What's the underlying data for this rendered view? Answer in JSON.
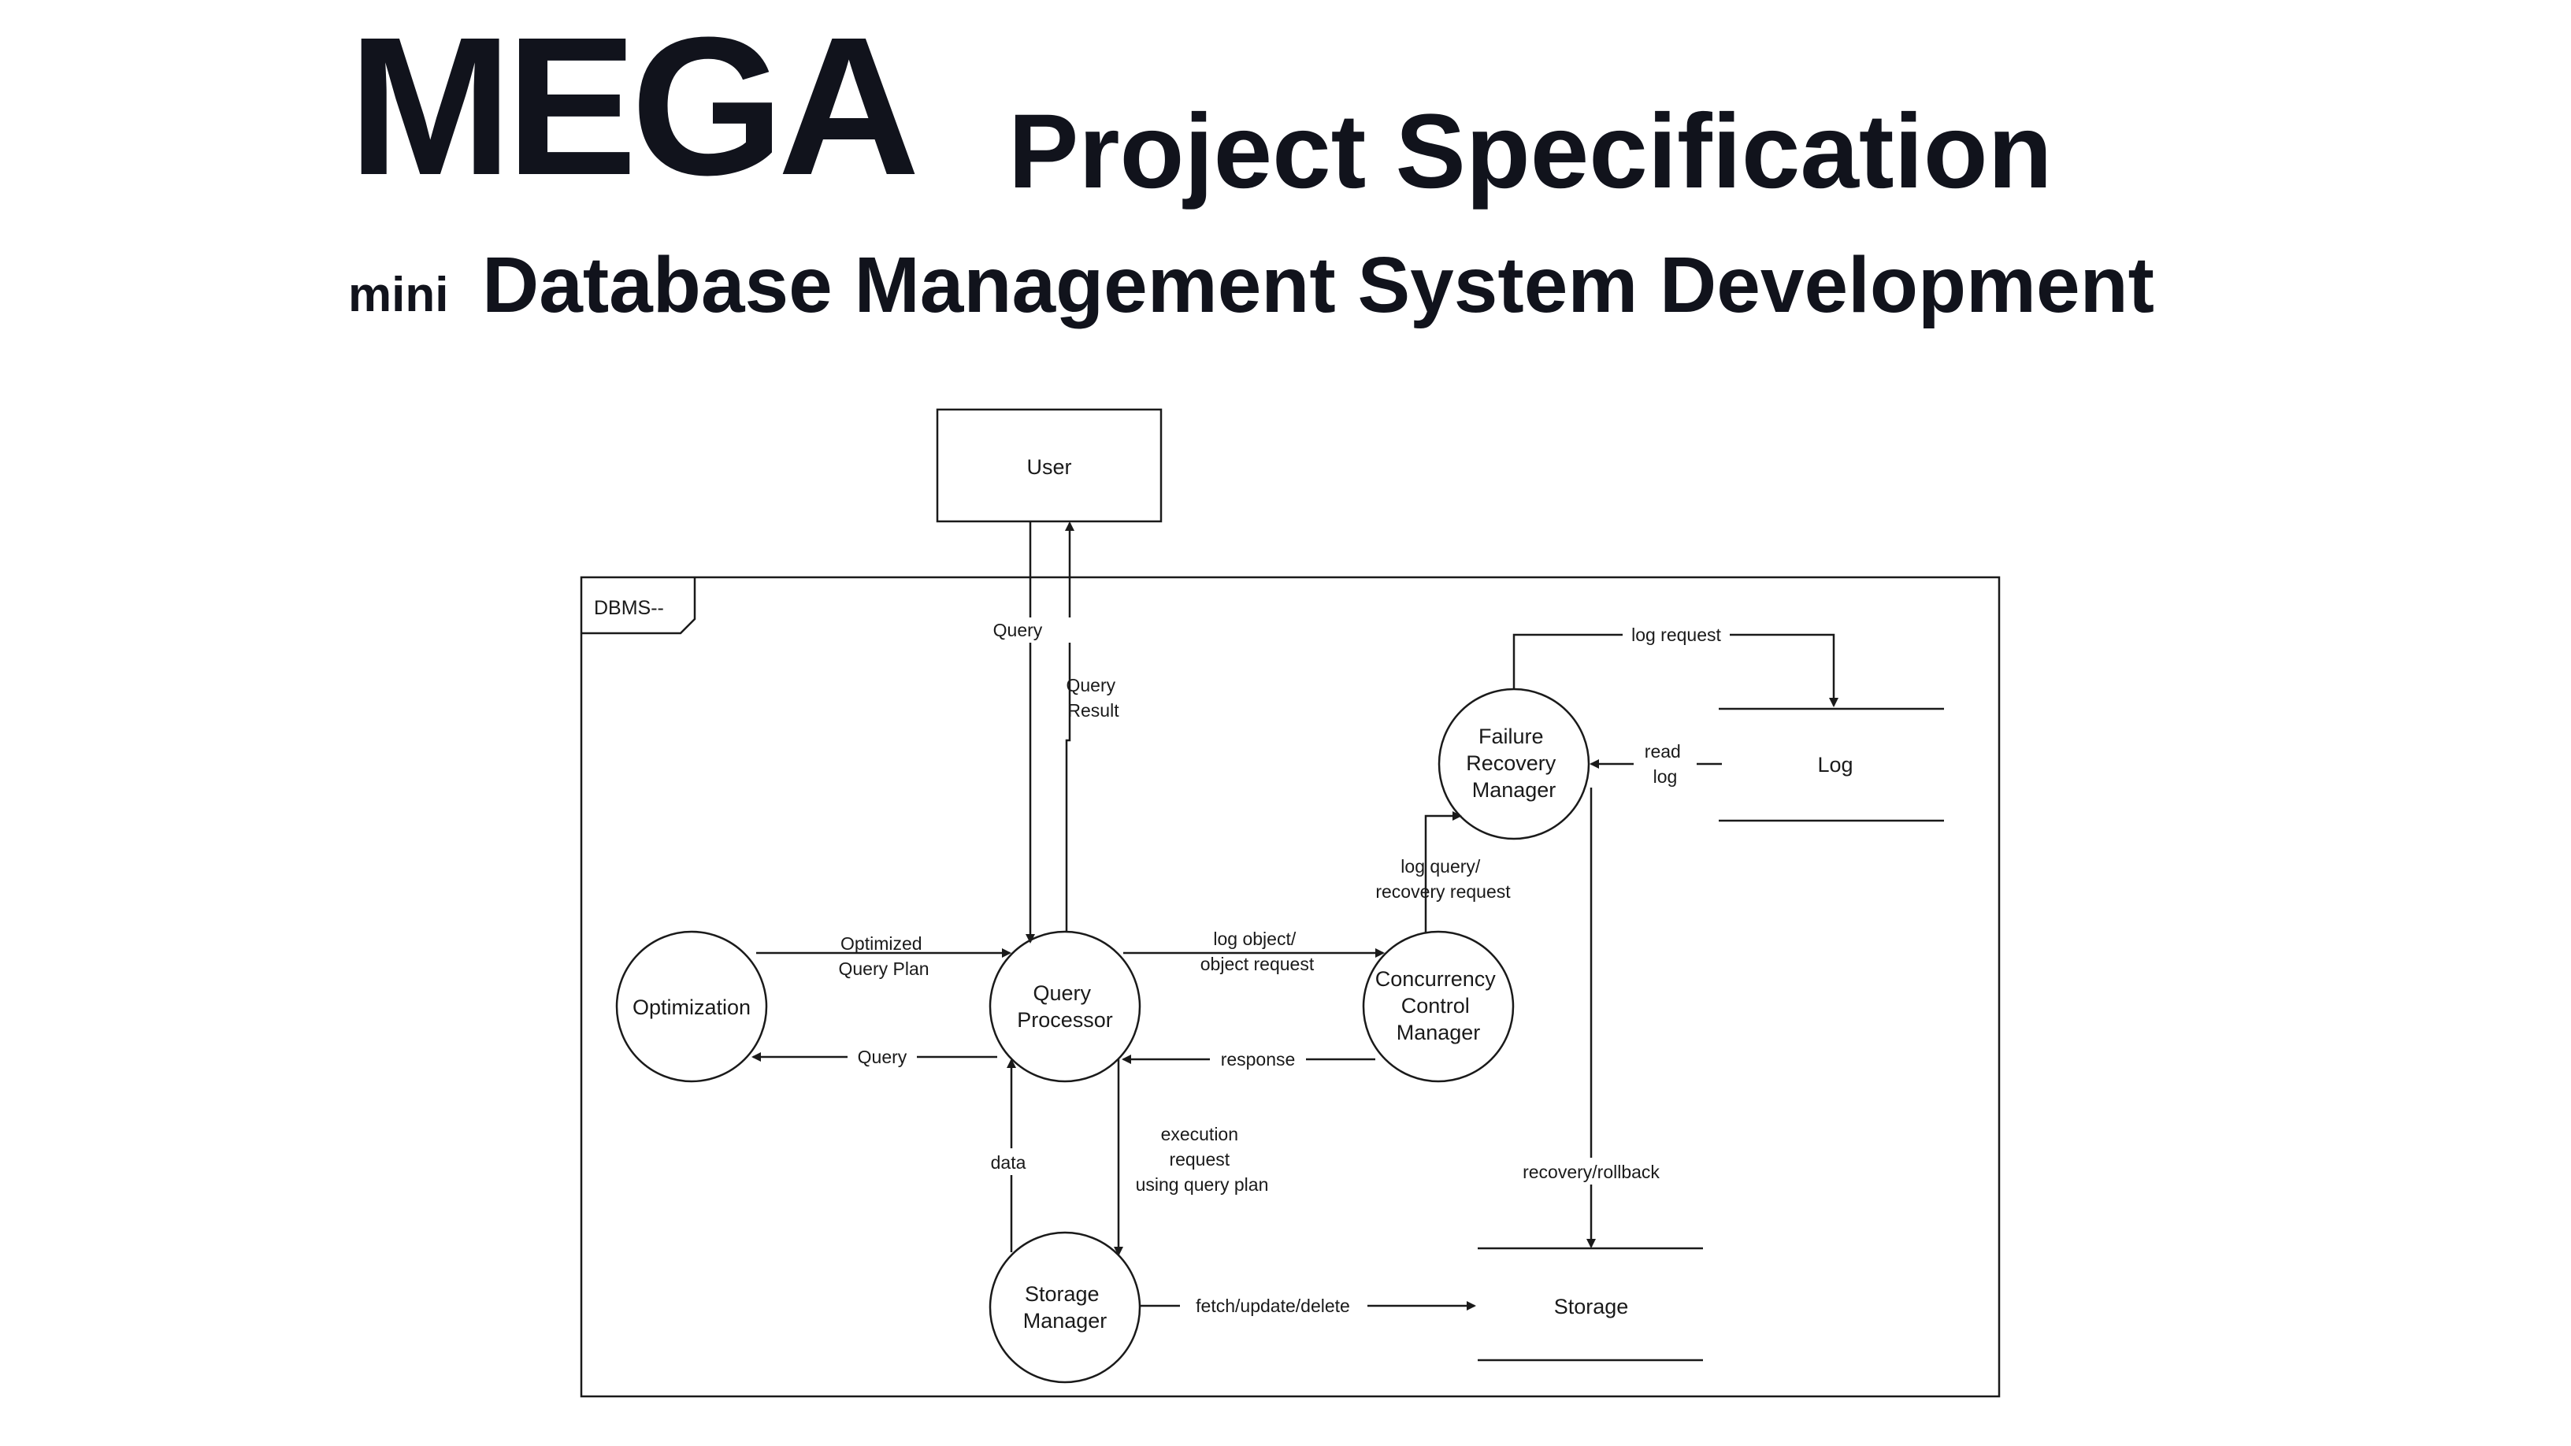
{
  "title": {
    "mega": "MEGA",
    "spec": "Project Specification",
    "mini": "mini",
    "subtitle": "Database Management System Development"
  },
  "diagram": {
    "frame_label": "DBMS--",
    "nodes": {
      "user": "User",
      "query_processor": [
        "Query",
        "Processor"
      ],
      "optimization": "Optimization",
      "concurrency": [
        "Concurrency",
        "Control",
        "Manager"
      ],
      "failure_recovery": [
        "Failure",
        "Recovery",
        "Manager"
      ],
      "storage_manager": [
        "Storage",
        "Manager"
      ],
      "log_store": "Log",
      "storage_store": "Storage"
    },
    "edges": {
      "query": "Query",
      "query_result": [
        "Query",
        "Result"
      ],
      "optimized_plan": [
        "Optimized",
        "Query Plan"
      ],
      "opt_query": "Query",
      "log_object": [
        "log object/",
        "object request"
      ],
      "response": "response",
      "log_query": [
        "log query/",
        "recovery request"
      ],
      "log_request": "log request",
      "read_log": [
        "read",
        "log"
      ],
      "recovery_rollback": "recovery/rollback",
      "execution": [
        "execution",
        "request",
        "using query plan"
      ],
      "data": "data",
      "fetch": "fetch/update/delete"
    }
  }
}
